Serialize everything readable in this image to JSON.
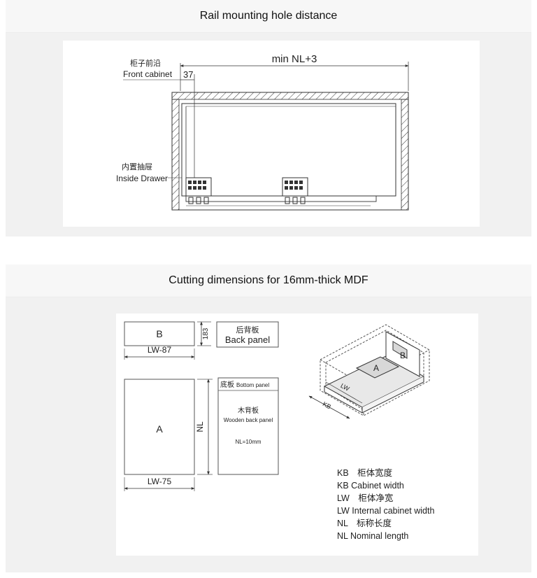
{
  "section1": {
    "title": "Rail mounting hole distance",
    "label_front_cn": "柜子前沿",
    "label_front_en": "Front cabinet",
    "dim_37": "37",
    "dim_min": "min NL+3",
    "label_drawer_cn": "内置抽屉",
    "label_drawer_en": "Inside Drawer"
  },
  "section2": {
    "title": "Cutting dimensions for 16mm-thick MDF",
    "panel_b": "B",
    "dim_183": "183",
    "lw87": "LW-87",
    "back_cn": "后背板",
    "back_en": "Back panel",
    "panel_a": "A",
    "nl": "NL",
    "lw75": "LW-75",
    "bottom_cn": "底板",
    "bottom_en": "Bottom panel",
    "wood_cn": "木背板",
    "wood_en": "Wooden back panel",
    "nl10": "NL=10mm",
    "iso_a": "A",
    "iso_b": "B",
    "iso_lw": "LW",
    "iso_kb": "KB",
    "legend": [
      "KB　柜体宽度",
      "KB Cabinet width",
      "LW　柜体净宽",
      "LW Internal cabinet width",
      "NL　标称长度",
      "NL Nominal length"
    ]
  }
}
